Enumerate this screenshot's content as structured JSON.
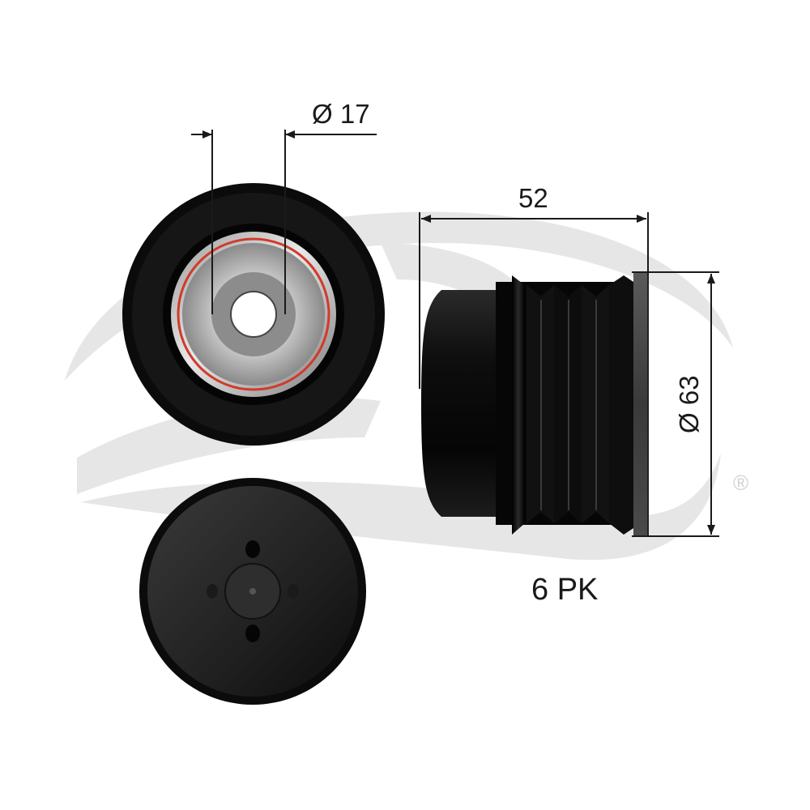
{
  "dimensions": {
    "bore_diameter": "Ø 17",
    "width": "52",
    "outer_diameter": "Ø 63"
  },
  "profile_label": "6 PK",
  "watermark": {
    "registered_mark": "®"
  },
  "colors": {
    "body_black": "#0b0b0b",
    "bearing_ring": "#d23a2a",
    "watermark_gray": "#e6e6e6",
    "dimension_line": "#1a1a1a"
  }
}
